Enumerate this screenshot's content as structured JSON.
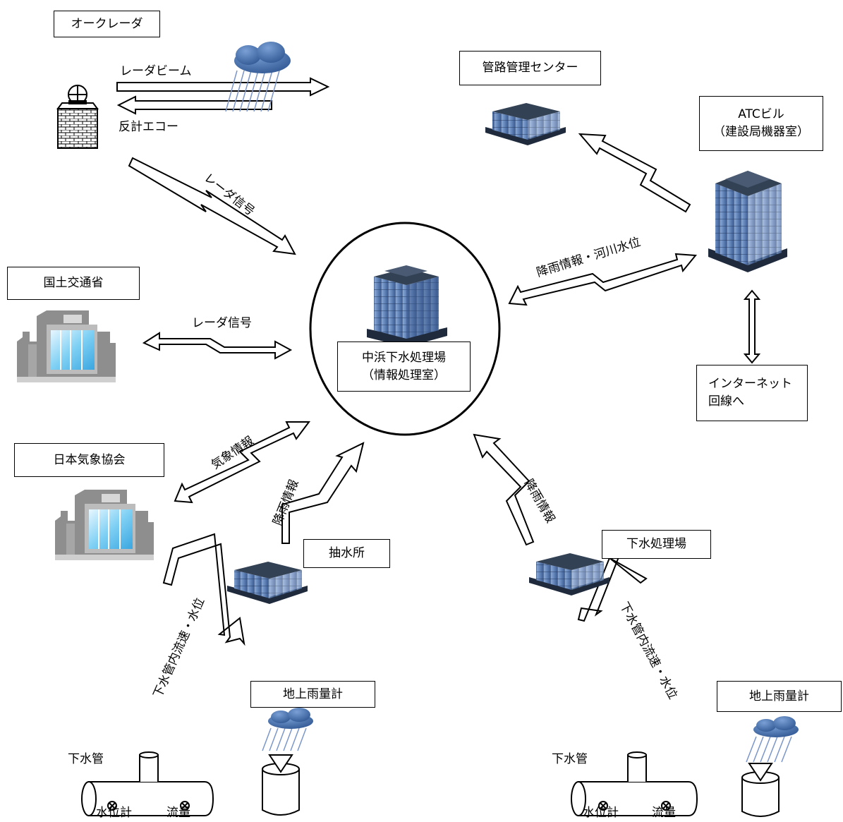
{
  "boxes": {
    "oak_radar": "オークレーダ",
    "pipe_center": "管路管理センター",
    "atc_line1": "ATCビル",
    "atc_line2": "（建設局機器室）",
    "mlit": "国土交通省",
    "jwa": "日本気象協会",
    "center_line1": "中浜下水処理場",
    "center_line2": "（情報処理室）",
    "internet_line1": "インターネット",
    "internet_line2": "回線へ",
    "pump_station": "抽水所",
    "sewage_plant": "下水処理場",
    "rain_gauge_left": "地上雨量計",
    "rain_gauge_right": "地上雨量計"
  },
  "labels": {
    "radar_beam": "レーダビーム",
    "reflected_echo": "反計エコー",
    "radar_signal_1": "レーダ信号",
    "radar_signal_2": "レーダ信号",
    "rain_river": "降雨情報・河川水位",
    "weather_info": "気象情報",
    "rain_info_left": "降雨情報",
    "rain_info_right": "降雨情報",
    "flow_level_left": "下水管内流速・水位",
    "flow_level_right": "下水管内流速・水位",
    "sewer_pipe_left": "下水管",
    "sewer_pipe_right": "下水管",
    "level_meter_left": "水位計",
    "flow_meter_left": "流量",
    "level_meter_right": "水位計",
    "flow_meter_right": "流量"
  },
  "colors": {
    "building_blue": "#5a7fb5",
    "building_dark": "#2c3e5c",
    "cloud": "#3f6aa6",
    "rain": "#6f8fc7",
    "gov_building": "#9a9a9a",
    "gov_glass": "#6bc3ee"
  }
}
